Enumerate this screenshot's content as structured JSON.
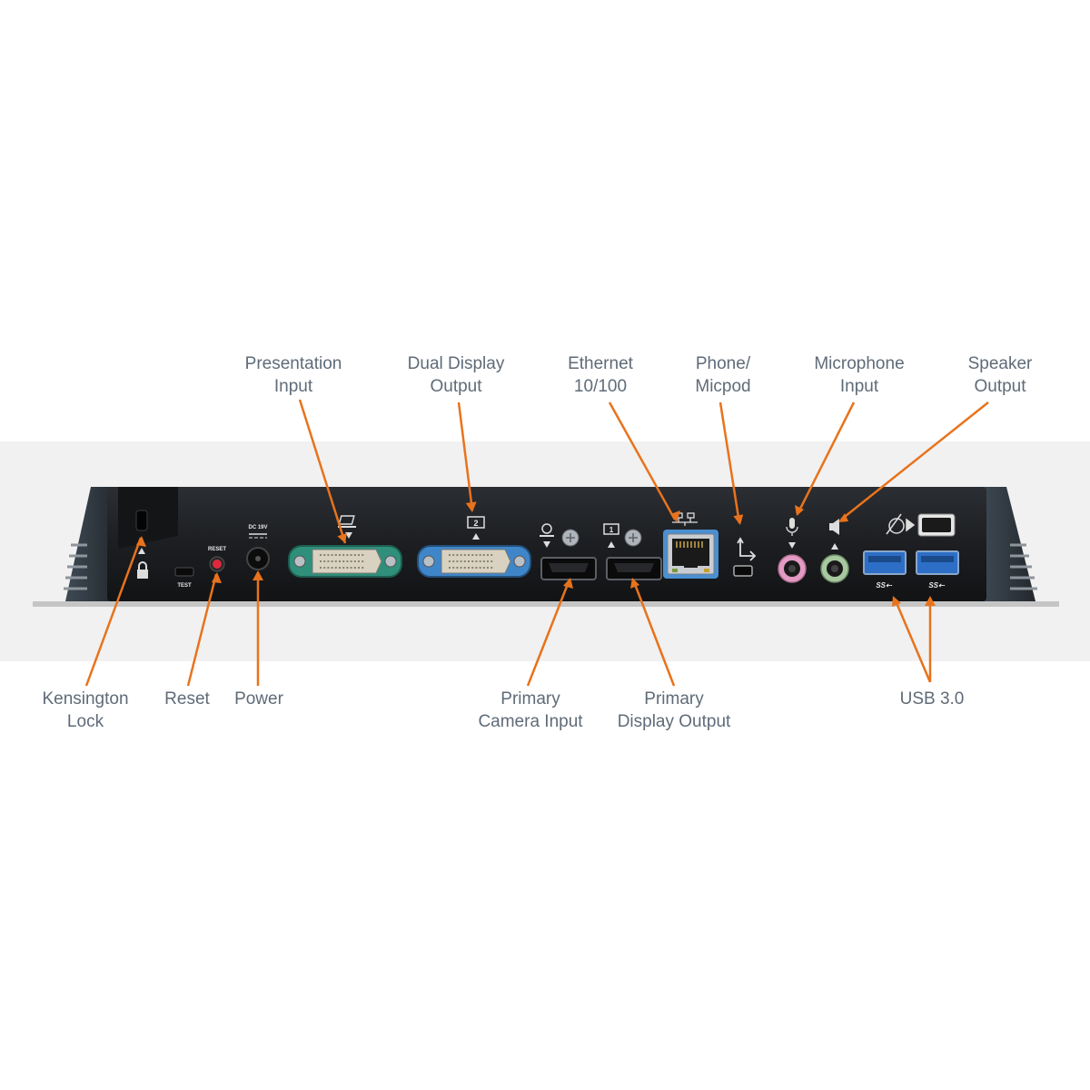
{
  "labels": {
    "presentation_input": "Presentation\nInput",
    "dual_display_output": "Dual Display\nOutput",
    "ethernet": "Ethernet\n10/100",
    "phone_micpod": "Phone/\nMicpod",
    "microphone_input": "Microphone\nInput",
    "speaker_output": "Speaker\nOutput",
    "kensington_lock": "Kensington\nLock",
    "reset": "Reset",
    "power": "Power",
    "primary_camera_input": "Primary\nCamera Input",
    "primary_display_output": "Primary\nDisplay Output",
    "usb3": "USB 3.0"
  },
  "panel_markings": {
    "test": "TEST",
    "reset": "RESET",
    "dc": "DC 19V",
    "display2": "2",
    "display1": "1"
  },
  "colors": {
    "callout_line": "#e8731c",
    "label_text": "#5f6b78",
    "chassis": "#1d1f22",
    "dvi_presentation_ring": "#2f8f7a",
    "dvi_dual_ring": "#3f86c9",
    "ethernet_ring": "#4a8fd0",
    "usb3_blue": "#2d6fc7",
    "mic_jack": "#e39ac4",
    "speaker_jack": "#a8c8a0",
    "reset_button": "#e0283c"
  }
}
